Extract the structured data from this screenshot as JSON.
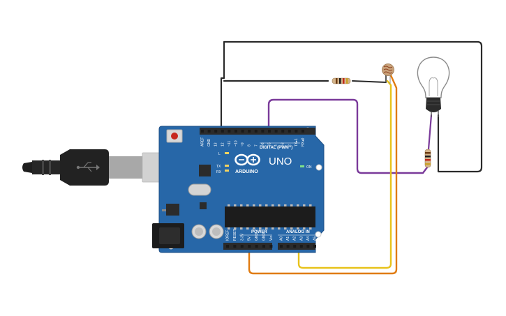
{
  "board": {
    "model": "UNO",
    "brand": "ARDUINO",
    "digital_label": "DIGITAL (PWM~)",
    "power_label": "POWER",
    "analog_label": "ANALOG IN",
    "on_label": "ON",
    "led_labels": [
      "L",
      "TX",
      "RX"
    ],
    "top_pins": [
      "AREF",
      "GND",
      "13",
      "12",
      "~11",
      "~10",
      "~9",
      "8",
      "7",
      "~6",
      "~5",
      "4",
      "~3",
      "2",
      "TX▸1",
      "RX◂0"
    ],
    "power_pins": [
      "IOREF",
      "RESET",
      "3.3V",
      "5V",
      "GND",
      "GND",
      "Vin"
    ],
    "analog_pins": [
      "A0",
      "A1",
      "A2",
      "A3",
      "A4",
      "A5"
    ]
  },
  "components": {
    "usb": "usb-cable",
    "resistor_top": "resistor",
    "resistor_right": "resistor",
    "photoresistor": "photoresistor",
    "lamp": "light-bulb"
  },
  "colors": {
    "board": "#2767a8",
    "board_edge": "#1d4f86",
    "wire_black": "#2a2a2a",
    "wire_purple": "#7a3a9a",
    "wire_orange": "#e07b10",
    "wire_yellow": "#e8c21a"
  }
}
